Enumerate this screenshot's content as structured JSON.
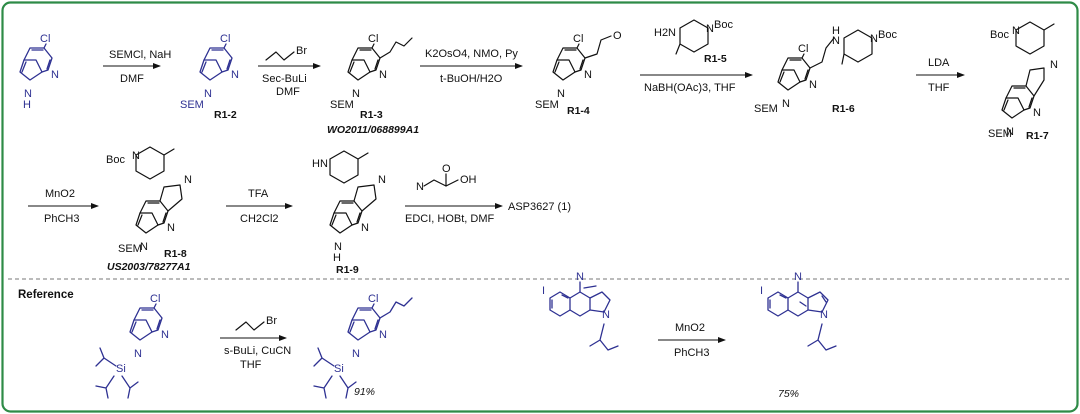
{
  "colors": {
    "frame": "#2e8b47",
    "highlight": "#2e3192",
    "ink": "#111111"
  },
  "atoms": {
    "cl": "Cl",
    "n": "N",
    "h": "H",
    "o": "O",
    "br": "Br",
    "i": "I",
    "si": "Si",
    "nh": "HN",
    "hn": "H",
    "h2n": "H2N"
  },
  "groups": {
    "boc": "Boc",
    "sem": "SEM"
  },
  "row1": {
    "a1_top": "SEMCl, NaH",
    "a1_bot": "DMF",
    "a2_top_br": "Br",
    "a2_mid": "Sec-BuLi",
    "a2_bot": "DMF",
    "a3_top": "K2OsO4, NMO, Py",
    "a3_bot": "t-BuOH/H2O",
    "a4_bot": "NaBH(OAc)3, THF",
    "a5_top": "LDA",
    "a5_bot": "THF",
    "c_r12": "R1-2",
    "c_r13": "R1-3",
    "c_r14": "R1-4",
    "c_r15": "R1-5",
    "c_r16": "R1-6",
    "c_r17": "R1-7",
    "patent1": "WO2011/068899A1"
  },
  "row2": {
    "a1_top": "MnO2",
    "a1_bot": "PhCH3",
    "a2_top": "TFA",
    "a2_bot": "CH2Cl2",
    "a3_top_oh": "OH",
    "a3_bot": "EDCI, HOBt, DMF",
    "product": "ASP3627 (1)",
    "c_r18": "R1-8",
    "c_r19": "R1-9",
    "patent2": "US2003/78277A1"
  },
  "reference": {
    "title": "Reference",
    "a1_top_br": "Br",
    "a1_mid": "s-BuLi, CuCN",
    "a1_bot": "THF",
    "yield1": "91%",
    "a2_top": "MnO2",
    "a2_bot": "PhCH3",
    "yield2": "75%"
  }
}
